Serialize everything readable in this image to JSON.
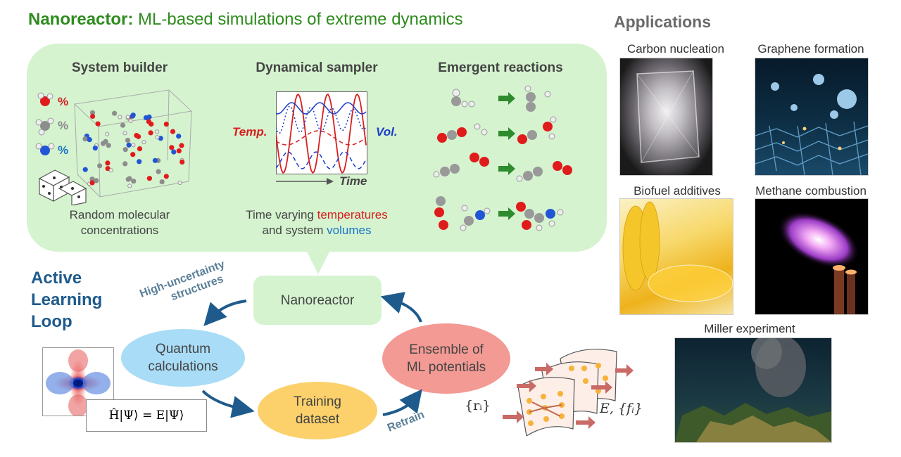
{
  "header": {
    "title_bold": "Nanoreactor:",
    "title_rest": " ML-based simulations of extreme dynamics"
  },
  "system_builder": {
    "heading": "System builder",
    "percent_symbol": "%",
    "caption_line1": "Random molecular",
    "caption_line2": "concentrations"
  },
  "dynamical_sampler": {
    "heading": "Dynamical sampler",
    "temp_label": "Temp.",
    "vol_label": "Vol.",
    "time_label": "Time",
    "caption_line1_prefix": "Time varying ",
    "caption_line1_highlight": "temperatures",
    "caption_line2_prefix": "and system ",
    "caption_line2_highlight": "volumes"
  },
  "emergent_reactions": {
    "heading": "Emergent reactions"
  },
  "applications": {
    "heading": "Applications",
    "items": [
      {
        "label": "Carbon nucleation"
      },
      {
        "label": "Graphene formation"
      },
      {
        "label": "Biofuel additives"
      },
      {
        "label": "Methane combustion"
      },
      {
        "label": "Miller experiment"
      }
    ]
  },
  "active_learning": {
    "title_line1": "Active",
    "title_line2": "Learning",
    "title_line3": "Loop",
    "nanoreactor_node": "Nanoreactor",
    "quantum_line1": "Quantum",
    "quantum_line2": "calculations",
    "training_line1": "Training",
    "training_line2": "dataset",
    "ensemble_line1": "Ensemble of",
    "ensemble_line2": "ML potentials",
    "high_unc_line1": "High-uncertainty",
    "high_unc_line2": "structures",
    "retrain": "Retrain",
    "schrodinger": "Ĥ|Ψ⟩ = E|Ψ⟩",
    "input_label": "{rᵢ}",
    "output_label": "E, {fᵢ}"
  },
  "colors": {
    "title_green": "#2e8b1e",
    "panel_green": "#d5f3cf",
    "temp_red": "#d81e1e",
    "vol_blue": "#1a72c8",
    "loop_blue": "#1e5b8c",
    "quantum_node": "#a9dcf6",
    "training_node": "#fcd16b",
    "ensemble_node": "#f39a94"
  }
}
